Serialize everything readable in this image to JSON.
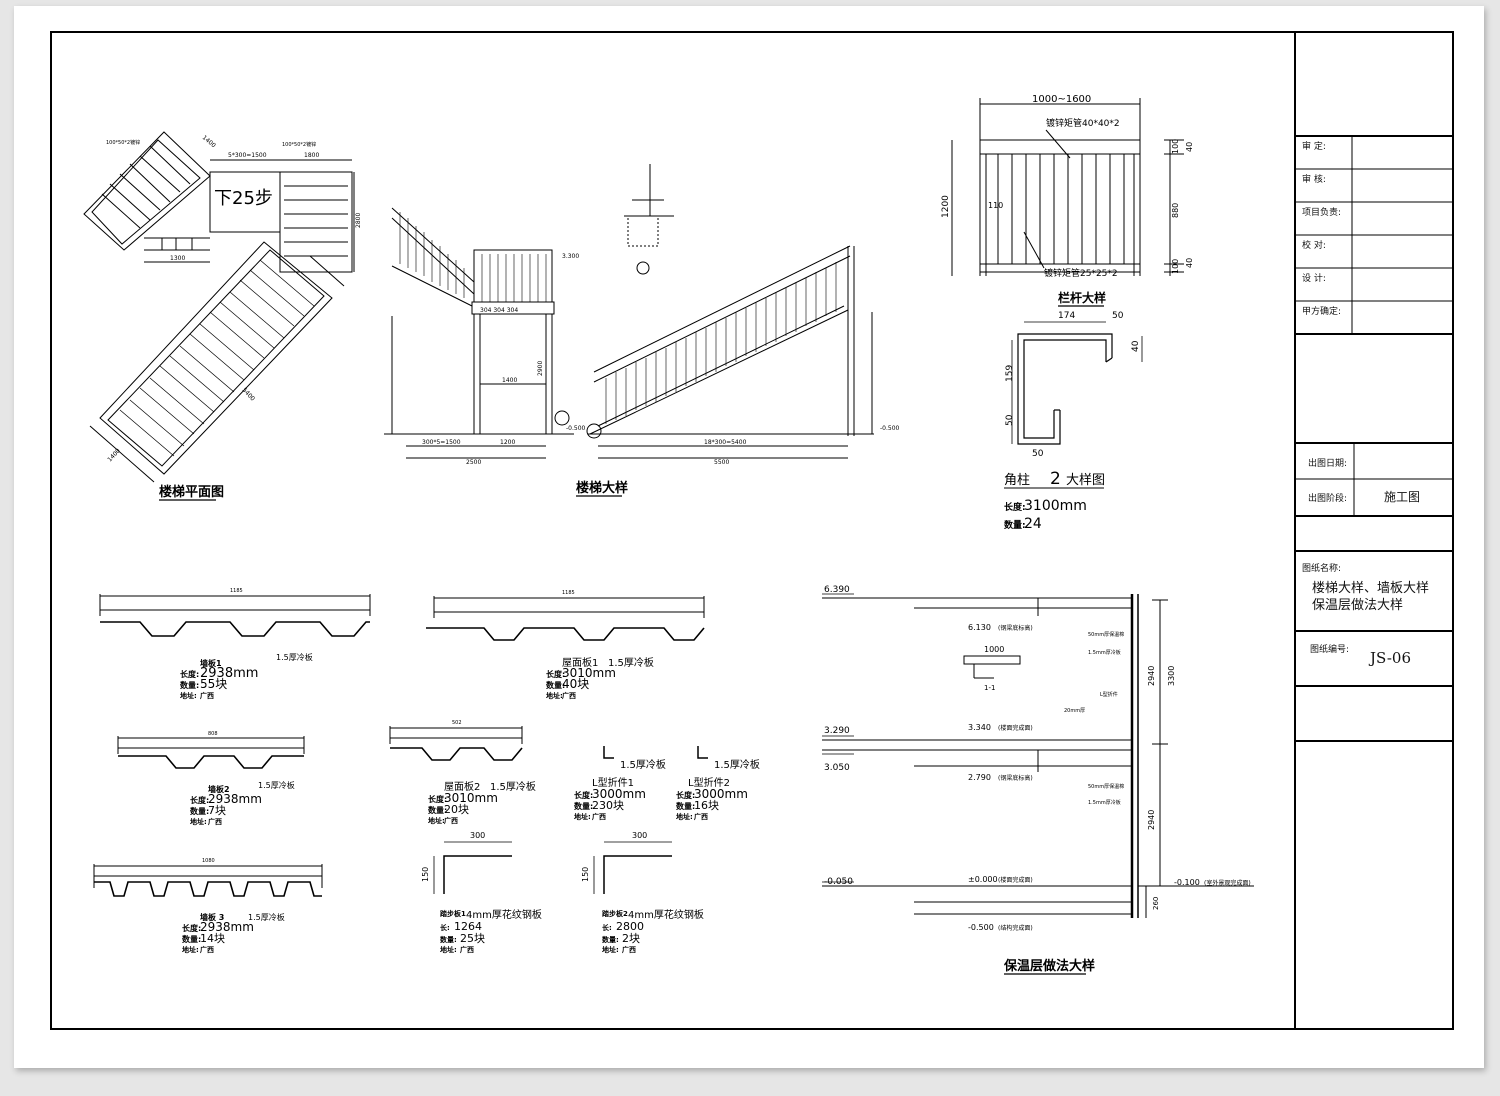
{
  "title_block": {
    "review_rows": [
      "审    定:",
      "审    核:",
      "项目负责:",
      "校    对:",
      "设    计:",
      "甲方确定:"
    ],
    "issue_date_label": "出图日期:",
    "issue_stage_label": "出图阶段:",
    "issue_stage_value": "施工图",
    "drawing_name_label": "图纸名称:",
    "drawing_name_line1": "楼梯大样、墙板大样",
    "drawing_name_line2": "保温层做法大样",
    "drawing_no_label": "图纸编号:",
    "drawing_no_value": "JS-06"
  },
  "stair_plan": {
    "caption": "楼梯平面图",
    "down_label": "下25步",
    "dim_top1": "1400",
    "dim_top2": "5*300=1500",
    "dim_top3": "1800",
    "dim_right": "2800",
    "dim_bottom": "1300",
    "dim_long": "5400",
    "dim_width": "1400",
    "tag1": "100*50*2镀锌",
    "tag2": "100*50*2镀锌"
  },
  "stair_detail": {
    "caption": "楼梯大样",
    "dim_a": "300*5=1500",
    "dim_b": "1200",
    "dim_c": "2500",
    "dim_d": "18*300=5400",
    "dim_e": "5500",
    "dim_f": "1400",
    "dim_g": "2900",
    "lvl_a": "3.300",
    "lvl_b": "-0.500",
    "lvl_c": "-0.500",
    "tread_dims": "304  304  304"
  },
  "railing": {
    "caption": "栏杆大样",
    "dim_width": "1000~1600",
    "top_tube": "镀锌矩管40*40*2",
    "bottom_tube": "镀锌矩管25*25*2",
    "height": "1200",
    "gap": "110",
    "right_top1": "40",
    "right_top2": "100",
    "right_mid": "880",
    "right_bot1": "100",
    "right_bot2": "40"
  },
  "corner_post": {
    "caption_a": "角柱",
    "caption_b": "2",
    "caption_c": "大样图",
    "dim_174": "174",
    "dim_50a": "50",
    "dim_40": "40",
    "dim_159": "159",
    "dim_50b": "50",
    "dim_50c": "50",
    "length_label": "长度:",
    "length_value": "3100mm",
    "qty_label": "数量:",
    "qty_value": "24"
  },
  "wall_panels": [
    {
      "name": "墙板1",
      "spec": "1.5厚冷板",
      "length": "2938mm",
      "qty": "55块",
      "origin": "广西",
      "width": "1185"
    },
    {
      "name": "墙板2",
      "spec": "1.5厚冷板",
      "length": "2938mm",
      "qty": "7块",
      "origin": "广西",
      "width": "808"
    },
    {
      "name": "墙板 3",
      "spec": "1.5厚冷板",
      "length": "2938mm",
      "qty": "14块",
      "origin": "广西",
      "width": "1080"
    }
  ],
  "roof_panels": [
    {
      "name": "屋面板1",
      "spec": "1.5厚冷板",
      "length": "3010mm",
      "qty": "40块",
      "origin": "广西",
      "width": "1185"
    },
    {
      "name": "屋面板2",
      "spec": "1.5厚冷板",
      "length": "3010mm",
      "qty": "20块",
      "origin": "广西",
      "width": "502"
    }
  ],
  "l_parts": [
    {
      "name": "L型折件1",
      "spec": "1.5厚冷板",
      "length": "3000mm",
      "qty": "230块",
      "origin": "广西"
    },
    {
      "name": "L型折件2",
      "spec": "1.5厚冷板",
      "length": "3000mm",
      "qty": "16块",
      "origin": "广西"
    }
  ],
  "treads": [
    {
      "name": "踏步板1",
      "spec": "4mm厚花纹钢板",
      "dim_top": "300",
      "dim_side": "150",
      "length": "1264",
      "qty": "25块",
      "origin": "广西"
    },
    {
      "name": "踏步板2",
      "spec": "4mm厚花纹钢板",
      "dim_top": "300",
      "dim_side": "150",
      "length": "2800",
      "qty": "2块",
      "origin": "广西"
    }
  ],
  "labels": {
    "length": "长度:",
    "qty": "数量:",
    "origin": "地址:",
    "length_short": "长:"
  },
  "insulation": {
    "caption": "保温层做法大样",
    "lvl_6390": "6.390",
    "lvl_6130": "6.130",
    "lvl_6130_note": "(钢梁底标高)",
    "lvl_3290": "3.290",
    "lvl_3340": "3.340",
    "lvl_3340_note": "(楼面完成面)",
    "lvl_3050": "3.050",
    "lvl_2790": "2.790",
    "lvl_2790_note": "(钢梁底标高)",
    "lvl_m0050": "-0.050",
    "lvl_0000": "±0.000",
    "lvl_0000_note": "(楼面完成面)",
    "lvl_m0500": "-0.500",
    "lvl_m0500_note": "(结构完成面)",
    "lvl_m0100": "-0.100",
    "lvl_m0100_note": "(室外景观完成面)",
    "dim_1000": "1000",
    "dim_2940a": "2940",
    "dim_3300": "3300",
    "dim_2940b": "2940",
    "dim_260": "260",
    "note_50mm": "50mm厚保温棉",
    "note_15mm": "1.5mm厚冷板",
    "note_50mm2": "50mm厚保温棉",
    "note_15mm2": "1.5mm厚冷板",
    "note_l": "L型折件",
    "note_20": "20mm厚",
    "section_mark": "1-1"
  }
}
